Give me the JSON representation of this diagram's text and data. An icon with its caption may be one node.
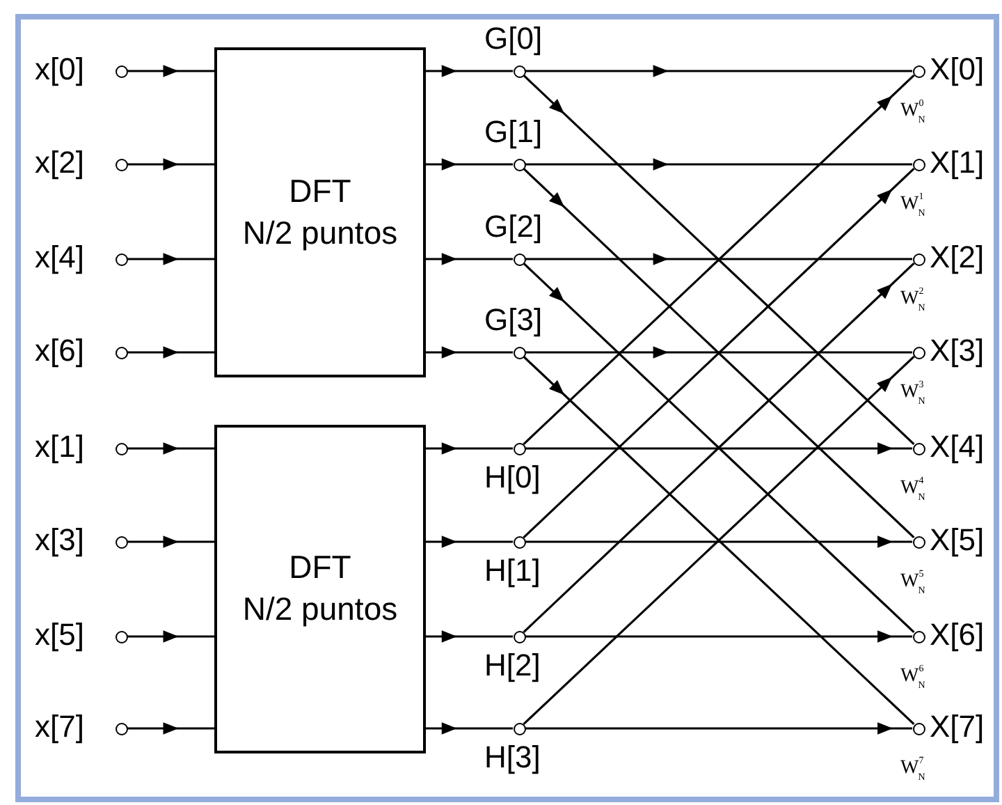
{
  "diagram": {
    "nodes": [
      {
        "text": [],
        "shape": "circle",
        "beside": [
          "x[0]"
        ]
      },
      {
        "text": [],
        "shape": "circle",
        "beside": [
          "x[2]"
        ]
      },
      {
        "text": [],
        "shape": "circle",
        "beside": [
          "x[4]"
        ]
      },
      {
        "text": [],
        "shape": "circle",
        "beside": [
          "x[6]"
        ]
      },
      {
        "text": [],
        "shape": "circle",
        "beside": [
          "x[1]"
        ]
      },
      {
        "text": [],
        "shape": "circle",
        "beside": [
          "x[3]"
        ]
      },
      {
        "text": [],
        "shape": "circle",
        "beside": [
          "x[5]"
        ]
      },
      {
        "text": [],
        "shape": "circle",
        "beside": [
          "x[7]"
        ]
      },
      {
        "text": [
          "DFT N/2 puntos"
        ]
      },
      {
        "text": [
          "DFT N/2 puntos"
        ]
      },
      {
        "text": [],
        "shape": "circle",
        "beside": [
          "G[0]"
        ]
      },
      {
        "text": [],
        "shape": "circle",
        "beside": [
          "G[1]"
        ]
      },
      {
        "text": [],
        "shape": "circle",
        "beside": [
          "G[2]"
        ]
      },
      {
        "text": [],
        "shape": "circle",
        "beside": [
          "G[3]"
        ]
      },
      {
        "text": [],
        "shape": "circle",
        "beside": [
          "H[0]"
        ]
      },
      {
        "text": [],
        "shape": "circle",
        "beside": [
          "H[1]"
        ]
      },
      {
        "text": [],
        "shape": "circle",
        "beside": [
          "H[2]"
        ]
      },
      {
        "text": [],
        "shape": "circle",
        "beside": [
          "H[3]"
        ]
      },
      {
        "text": [],
        "shape": "circle",
        "beside": [
          "X[0]"
        ]
      },
      {
        "text": [],
        "shape": "circle",
        "beside": [
          "X[1]"
        ]
      },
      {
        "text": [],
        "shape": "circle",
        "beside": [
          "X[2]"
        ]
      },
      {
        "text": [],
        "shape": "circle",
        "beside": [
          "X[3]"
        ]
      },
      {
        "text": [],
        "shape": "circle",
        "beside": [
          "X[4]"
        ]
      },
      {
        "text": [],
        "shape": "circle",
        "beside": [
          "X[5]"
        ]
      },
      {
        "text": [],
        "shape": "circle",
        "beside": [
          "X[6]"
        ]
      },
      {
        "text": [],
        "shape": "circle",
        "beside": [
          "X[7]"
        ]
      }
    ],
    "edges": [
      {
        "from": 0,
        "to": 8,
        "arrow": "to"
      },
      {
        "from": 1,
        "to": 8,
        "arrow": "to"
      },
      {
        "from": 2,
        "to": 8,
        "arrow": "to"
      },
      {
        "from": 3,
        "to": 8,
        "arrow": "to"
      },
      {
        "from": 4,
        "to": 9,
        "arrow": "to"
      },
      {
        "from": 5,
        "to": 9,
        "arrow": "to"
      },
      {
        "from": 6,
        "to": 9,
        "arrow": "to"
      },
      {
        "from": 7,
        "to": 9,
        "arrow": "to"
      },
      {
        "from": 8,
        "to": 10,
        "arrow": "to"
      },
      {
        "from": 8,
        "to": 11,
        "arrow": "to"
      },
      {
        "from": 8,
        "to": 12,
        "arrow": "to"
      },
      {
        "from": 8,
        "to": 13,
        "arrow": "to"
      },
      {
        "from": 9,
        "to": 14,
        "arrow": "to"
      },
      {
        "from": 9,
        "to": 15,
        "arrow": "to"
      },
      {
        "from": 9,
        "to": 16,
        "arrow": "to"
      },
      {
        "from": 9,
        "to": 17,
        "arrow": "to"
      },
      {
        "from": 10,
        "to": 18,
        "arrow": "to"
      },
      {
        "from": 10,
        "to": 22,
        "arrow": "to"
      },
      {
        "from": 11,
        "to": 19,
        "arrow": "to"
      },
      {
        "from": 11,
        "to": 23,
        "arrow": "to"
      },
      {
        "from": 12,
        "to": 20,
        "arrow": "to"
      },
      {
        "from": 12,
        "to": 24,
        "arrow": "to"
      },
      {
        "from": 13,
        "to": 21,
        "arrow": "to"
      },
      {
        "from": 13,
        "to": 25,
        "arrow": "to"
      },
      {
        "from": 14,
        "to": 22,
        "arrow": "to"
      },
      {
        "from": 14,
        "to": 18,
        "arrow": "to"
      },
      {
        "from": 15,
        "to": 23,
        "arrow": "to"
      },
      {
        "from": 15,
        "to": 19,
        "arrow": "to"
      },
      {
        "from": 16,
        "to": 24,
        "arrow": "to"
      },
      {
        "from": 16,
        "to": 20,
        "arrow": "to"
      },
      {
        "from": 17,
        "to": 25,
        "arrow": "to"
      },
      {
        "from": 17,
        "to": 21,
        "arrow": "to"
      }
    ],
    "labels": [
      "W$^{0}$$_{N}$",
      "W$^{1}$$_{N}$",
      "W$^{2}$$_{N}$",
      "W$^{3}$$_{N}$",
      "W$^{4}$$_{N}$",
      "W$^{5}$$_{N}$",
      "W$^{6}$$_{N}$",
      "W$^{7}$$_{N}$"
    ]
  }
}
